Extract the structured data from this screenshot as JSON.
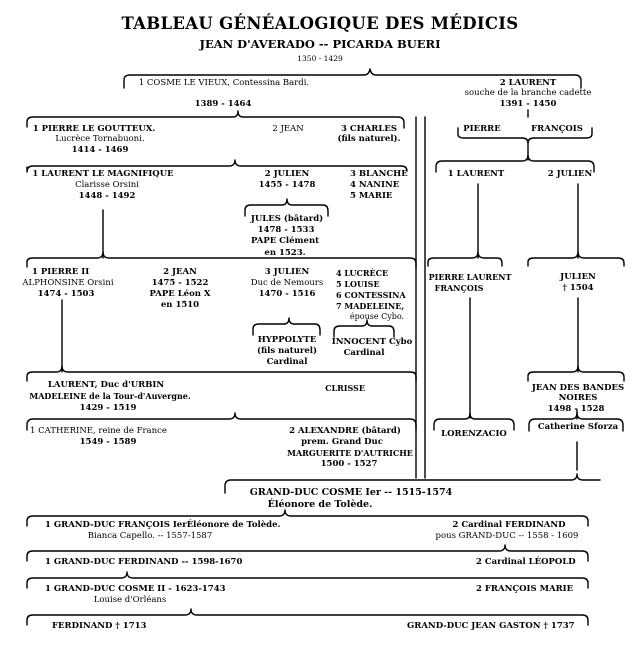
{
  "title": "TABLEAU GÉNÉALOGIQUE DES MÉDICIS",
  "founder": {
    "line1": "JEAN D'AVERADO -- PICARDA BUERI",
    "line2": "1350 - 1429"
  },
  "cosme": {
    "line1": "1 COSME LE VIEUX, Contessina Bardi.",
    "line2": "1389 - 1464"
  },
  "laurent_cadet": {
    "line1": "2 LAURENT",
    "line2": "souche de la branche cadette",
    "line3": "1391 - 1450"
  },
  "pierre_goutteux": {
    "line1": "1 PIERRE LE GOUTTEUX.",
    "line2": "Lucrèce Tornabuoni.",
    "line3": "1414 - 1469"
  },
  "jean_2": {
    "line1": "2 JEAN"
  },
  "charles": {
    "line1": "3 CHARLES",
    "line2": "(fils naturel)."
  },
  "pierre_cadet": {
    "line1": "PIERRE"
  },
  "francois_cadet": {
    "line1": "FRANÇOIS"
  },
  "laurent_magnifique": {
    "line1": "1 LAURENT LE MAGNIFIQUE",
    "line2": "Clarisse Orsini",
    "line3": "1448 - 1492"
  },
  "julien_2": {
    "line1": "2 JULIEN",
    "line2": "1455 - 1478"
  },
  "blanche": {
    "line1": "3 BLANCHE",
    "line2": "4 NANINE",
    "line3": "5 MARIE"
  },
  "laurent_1_cadet": {
    "line1": "1 LAURENT"
  },
  "julien_2_cadet": {
    "line1": "2 JULIEN"
  },
  "jules": {
    "line1": "JULES (bâtard)",
    "line2": "1478 - 1533",
    "line3": "PAPE Clément",
    "line4": "en 1523."
  },
  "pierre_ii": {
    "line1": "1 PIERRE II",
    "line2": "ALPHONSINE Orsini",
    "line3": "1474 - 1503"
  },
  "jean_leon": {
    "line1": "2 JEAN",
    "line2": "1475 - 1522",
    "line3": "PAPE Léon X",
    "line4": "en 1510"
  },
  "julien_nemours": {
    "line1": "3 JULIEN",
    "line2": "Duc de Nemours",
    "line3": "1470 - 1516"
  },
  "daughters": {
    "line1": "4 LUCRÈCE",
    "line2": "5 LOUISE",
    "line3": "6 CONTESSINA",
    "line4": "7 MADELEINE,",
    "line5": "épouse Cybo."
  },
  "pierre_laurent_francois": {
    "line1": "PIERRE LAURENT",
    "line2": "FRANÇOIS"
  },
  "julien_1504": {
    "line1": "JULIEN",
    "line2": "† 1504"
  },
  "hyppolyte": {
    "line1": "HYPPOLYTE",
    "line2": "(fils naturel)",
    "line3": "Cardinal"
  },
  "innocent": {
    "line1": "INNOCENT Cybo",
    "line2": "Cardinal"
  },
  "laurent_urbin": {
    "line1": "LAURENT, Duc d'URBIN",
    "line2": "MADELEINE de la Tour-d'Auvergne.",
    "line3": "1429 - 1519"
  },
  "clrisse": {
    "line1": "CLRISSE"
  },
  "jean_bandes": {
    "line1": "JEAN DES BANDES",
    "line2": "NOIRES",
    "line3": "1498 - 1528"
  },
  "catherine": {
    "line1": "1 CATHERINE, reine de France",
    "line2": "1549 - 1589"
  },
  "alexandre": {
    "line1": "2 ALEXANDRE (bâtard)",
    "line2": "prem. Grand Duc",
    "line3": "MARGUERITE D'AUTRICHE",
    "line4": "1500 - 1527"
  },
  "lorenzacio": {
    "line1": "LORENZACIO"
  },
  "catherine_sforza": {
    "line1": "Catherine Sforza"
  },
  "cosme_ier": {
    "line1": "GRAND-DUC COSME Ier -- 1515-1574",
    "line2": "Éléonore de Tolède."
  },
  "francois_ier": {
    "line1": "1 GRAND-DUC FRANÇOIS IerÉléonore de Tolède.",
    "line2": "Bianca Capello. -- 1557-1587"
  },
  "ferdinand_cardinal": {
    "line1": "2 Cardinal FERDINAND",
    "line2": "pous GRAND-DUC -- 1558 - 1609"
  },
  "ferdinand_gd": {
    "line1": "1 GRAND-DUC FERDINAND -- 1598-1670"
  },
  "leopold": {
    "line1": "2 Cardinal LÉOPOLD"
  },
  "cosme_ii": {
    "line1": "1 GRAND-DUC COSME II - 1623-1743",
    "line2": "Louise d'Orléans"
  },
  "francois_marie": {
    "line1": "2 FRANÇOIS MARIE"
  },
  "ferdinand_1713": {
    "line1": "FERDINAND † 1713"
  },
  "jean_gaston": {
    "line1": "GRAND-DUC JEAN GASTON † 1737"
  }
}
